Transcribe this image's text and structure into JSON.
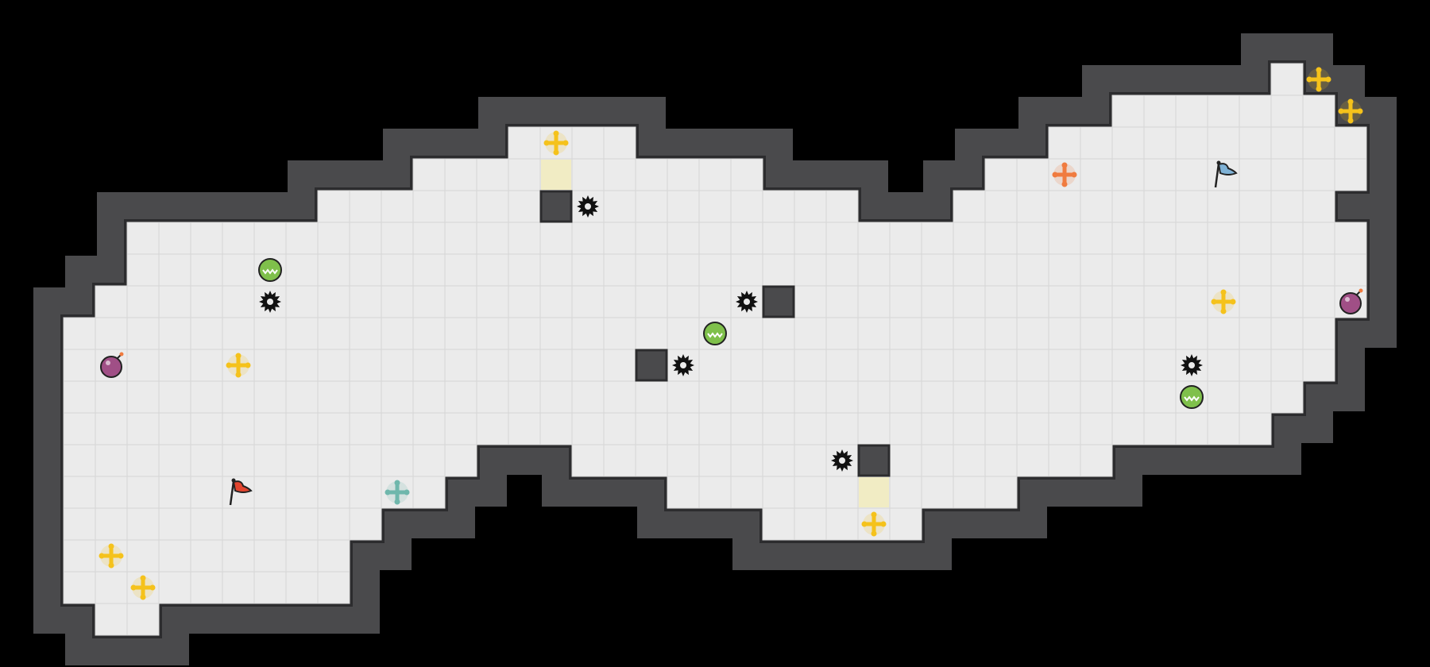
{
  "game": {
    "title": "",
    "colors": {
      "background": "#000000",
      "wall": "#4a4a4c",
      "wall_edge": "#2c2c2e",
      "floor": "#ebebeb",
      "floor_line": "#d6d6d6",
      "highlight": "#f1ecc4",
      "sparkle_yellow": "#f5c21b",
      "sparkle_orange": "#f07b3f",
      "sparkle_teal": "#6fb7ac",
      "flag_red": "#e2452f",
      "flag_blue": "#7fb2d6",
      "bomb": "#a04f86",
      "slime_green": "#7fc04b",
      "spike": "#111111"
    },
    "grid": {
      "cols": 42,
      "rows": 18
    },
    "floor_rows": [
      {
        "row": 0,
        "spans": [
          [
            39,
            40
          ]
        ]
      },
      {
        "row": 1,
        "spans": [
          [
            34,
            41
          ]
        ]
      },
      {
        "row": 2,
        "spans": [
          [
            15,
            19
          ],
          [
            32,
            42
          ]
        ]
      },
      {
        "row": 3,
        "spans": [
          [
            12,
            23
          ],
          [
            30,
            42
          ]
        ]
      },
      {
        "row": 4,
        "spans": [
          [
            9,
            26
          ],
          [
            29,
            41
          ]
        ]
      },
      {
        "row": 5,
        "spans": [
          [
            3,
            28
          ],
          [
            28,
            42
          ]
        ]
      },
      {
        "row": 6,
        "spans": [
          [
            3,
            42
          ]
        ]
      },
      {
        "row": 7,
        "spans": [
          [
            2,
            42
          ]
        ]
      },
      {
        "row": 8,
        "spans": [
          [
            1,
            41
          ]
        ]
      },
      {
        "row": 9,
        "spans": [
          [
            1,
            41
          ]
        ]
      },
      {
        "row": 10,
        "spans": [
          [
            1,
            40
          ]
        ]
      },
      {
        "row": 11,
        "spans": [
          [
            1,
            39
          ]
        ]
      },
      {
        "row": 12,
        "spans": [
          [
            1,
            14
          ],
          [
            17,
            34
          ]
        ]
      },
      {
        "row": 13,
        "spans": [
          [
            1,
            13
          ],
          [
            20,
            31
          ]
        ]
      },
      {
        "row": 14,
        "spans": [
          [
            1,
            11
          ],
          [
            23,
            28
          ]
        ]
      },
      {
        "row": 15,
        "spans": [
          [
            1,
            10
          ]
        ]
      },
      {
        "row": 16,
        "spans": [
          [
            1,
            10
          ]
        ]
      },
      {
        "row": 17,
        "spans": [
          [
            2,
            4
          ]
        ]
      }
    ],
    "blocks": [
      {
        "col": 16,
        "row": 4
      },
      {
        "col": 23,
        "row": 7
      },
      {
        "col": 19,
        "row": 9
      },
      {
        "col": 26,
        "row": 12
      }
    ],
    "highlights": [
      {
        "col": 16,
        "row": 3
      },
      {
        "col": 26,
        "row": 13
      }
    ],
    "items": [
      {
        "type": "sparkle",
        "color": "yellow",
        "col": 16,
        "row": 2
      },
      {
        "type": "sparkle",
        "color": "yellow",
        "col": 40,
        "row": 0
      },
      {
        "type": "sparkle",
        "color": "yellow",
        "col": 41,
        "row": 1
      },
      {
        "type": "sparkle",
        "color": "orange",
        "col": 32,
        "row": 3
      },
      {
        "type": "sparkle",
        "color": "yellow",
        "col": 37,
        "row": 7
      },
      {
        "type": "sparkle",
        "color": "yellow",
        "col": 6,
        "row": 9
      },
      {
        "type": "sparkle",
        "color": "teal",
        "col": 11,
        "row": 13
      },
      {
        "type": "sparkle",
        "color": "yellow",
        "col": 26,
        "row": 14
      },
      {
        "type": "sparkle",
        "color": "yellow",
        "col": 2,
        "row": 15
      },
      {
        "type": "sparkle",
        "color": "yellow",
        "col": 3,
        "row": 16
      },
      {
        "type": "spike",
        "col": 17,
        "row": 4
      },
      {
        "type": "spike",
        "col": 7,
        "row": 7
      },
      {
        "type": "spike",
        "col": 22,
        "row": 7
      },
      {
        "type": "spike",
        "col": 20,
        "row": 9
      },
      {
        "type": "spike",
        "col": 36,
        "row": 9
      },
      {
        "type": "spike",
        "col": 25,
        "row": 12
      },
      {
        "type": "slime",
        "col": 7,
        "row": 6
      },
      {
        "type": "slime",
        "col": 21,
        "row": 8
      },
      {
        "type": "slime",
        "col": 36,
        "row": 10
      },
      {
        "type": "bomb",
        "col": 2,
        "row": 9
      },
      {
        "type": "bomb",
        "col": 41,
        "row": 7
      },
      {
        "type": "flag",
        "color": "red",
        "col": 6,
        "row": 13
      },
      {
        "type": "flag",
        "color": "blue",
        "col": 37,
        "row": 3
      }
    ]
  }
}
